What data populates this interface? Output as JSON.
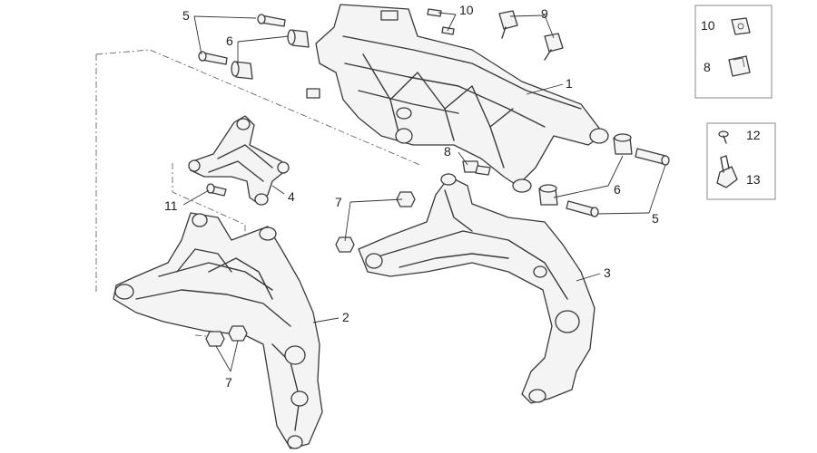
{
  "callouts": {
    "c1": "1",
    "c2": "2",
    "c3": "3",
    "c4": "4",
    "c5_top": "5",
    "c5_right": "5",
    "c6_top": "6",
    "c6_right": "6",
    "c7_mid": "7",
    "c7_bottom": "7",
    "c8_mid": "8",
    "c9": "9",
    "c10_top": "10",
    "c11": "11"
  },
  "inset_top": {
    "item_10": "10",
    "item_8": "8"
  },
  "inset_bottom": {
    "item_12": "12",
    "item_13": "13"
  }
}
